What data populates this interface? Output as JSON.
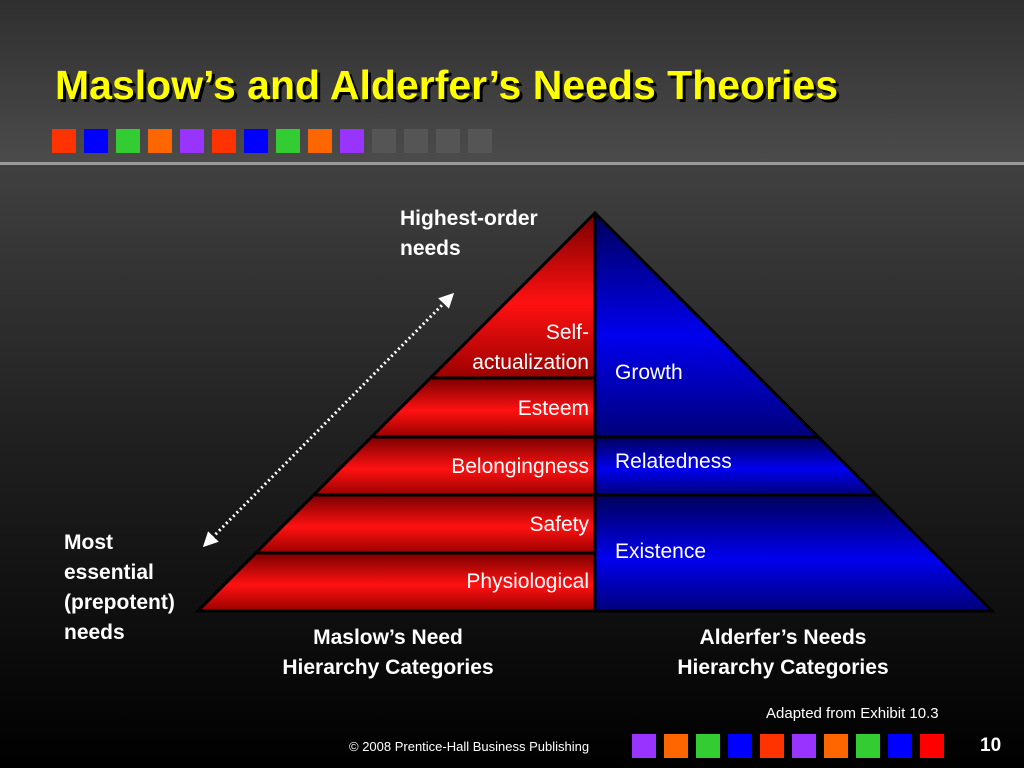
{
  "slide": {
    "title": "Maslow’s and Alderfer’s Needs Theories",
    "top_squares": [
      "#ff3300",
      "#0000ff",
      "#33cc33",
      "#ff6600",
      "#9933ff",
      "#ff3300",
      "#0000ff",
      "#33cc33",
      "#ff6600",
      "#9933ff",
      "#555555",
      "#555555",
      "#555555",
      "#555555"
    ],
    "bottom_squares": [
      "#9933ff",
      "#ff6600",
      "#33cc33",
      "#0000ff",
      "#ff3300",
      "#9933ff",
      "#ff6600",
      "#33cc33",
      "#0000ff",
      "#ff0000"
    ],
    "copyright": "© 2008 Prentice-Hall Business Publishing",
    "page_number": "10",
    "source_note": "Adapted from Exhibit 10.3"
  },
  "diagram": {
    "top_label_line1": "Highest-order",
    "top_label_line2": "needs",
    "bottom_label_lines": [
      "Most",
      "essential",
      "(prepotent)",
      "needs"
    ],
    "maslow_levels": {
      "self_actualization_line1": "Self-",
      "self_actualization_line2": "actualization",
      "esteem": "Esteem",
      "belongingness": "Belongingness",
      "safety": "Safety",
      "physiological": "Physiological"
    },
    "alderfer_levels": {
      "growth": "Growth",
      "relatedness": "Relatedness",
      "existence": "Existence"
    },
    "maslow_caption_line1": "Maslow’s Need",
    "maslow_caption_line2": "Hierarchy Categories",
    "alderfer_caption_line1": "Alderfer’s Needs",
    "alderfer_caption_line2": "Hierarchy Categories",
    "colors": {
      "maslow": "#ee0000",
      "alderfer": "#0000dd"
    }
  }
}
